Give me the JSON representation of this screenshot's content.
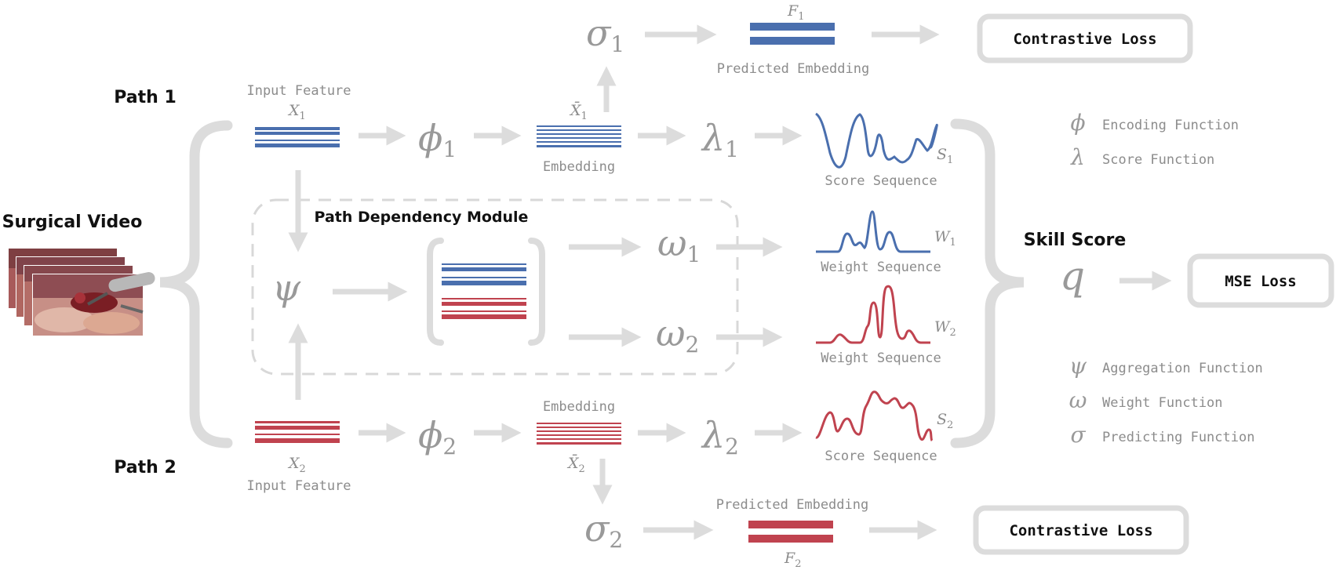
{
  "labels": {
    "surgical_video": "Surgical Video",
    "path1": "Path 1",
    "path2": "Path 2",
    "path_dependency_module": "Path Dependency Module",
    "skill_score": "Skill Score",
    "input_feature_1": "Input Feature",
    "input_feature_2": "Input Feature",
    "embedding_1": "Embedding",
    "embedding_2": "Embedding",
    "predicted_embedding_1": "Predicted Embedding",
    "predicted_embedding_2": "Predicted Embedding",
    "score_sequence_1": "Score Sequence",
    "score_sequence_2": "Score Sequence",
    "weight_sequence_1": "Weight Sequence",
    "weight_sequence_2": "Weight Sequence",
    "contrastive_loss_1": "Contrastive Loss",
    "contrastive_loss_2": "Contrastive Loss",
    "mse_loss": "MSE Loss"
  },
  "symbols": {
    "x1": "X",
    "x1_sub": "1",
    "x2": "X",
    "x2_sub": "2",
    "xbar1": "X̄",
    "xbar1_sub": "1",
    "xbar2": "X̄",
    "xbar2_sub": "2",
    "phi1": "ϕ",
    "phi1_sub": "1",
    "phi2": "ϕ",
    "phi2_sub": "2",
    "lambda1": "λ",
    "lambda1_sub": "1",
    "lambda2": "λ",
    "lambda2_sub": "2",
    "sigma1": "σ",
    "sigma1_sub": "1",
    "sigma2": "σ",
    "sigma2_sub": "2",
    "omega1": "ω",
    "omega1_sub": "1",
    "omega2": "ω",
    "omega2_sub": "2",
    "psi": "ψ",
    "q": "q",
    "f1": "F",
    "f1_sub": "1",
    "f2": "F",
    "f2_sub": "2",
    "s1": "S",
    "s1_sub": "1",
    "s2": "S",
    "s2_sub": "2",
    "w1": "W",
    "w1_sub": "1",
    "w2": "W",
    "w2_sub": "2"
  },
  "legend": [
    {
      "symbol": "ϕ",
      "text": "Encoding Function"
    },
    {
      "symbol": "λ",
      "text": "Score Function"
    },
    {
      "symbol": "ψ",
      "text": "Aggregation Function"
    },
    {
      "symbol": "ω",
      "text": "Weight Function"
    },
    {
      "symbol": "σ",
      "text": "Predicting Function"
    }
  ],
  "colors": {
    "path1_blue": "#4a6fae",
    "path2_red": "#c0434f",
    "arrow_gray": "#dcdcdc",
    "box_gray": "#d9d9d9",
    "text_gray": "#8c8c8c"
  }
}
